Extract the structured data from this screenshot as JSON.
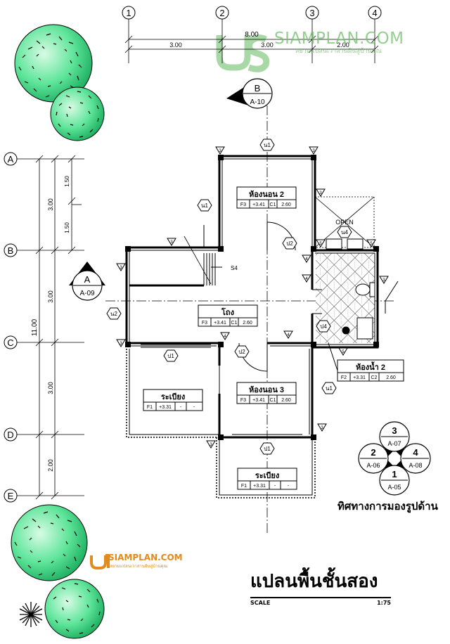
{
  "grid": {
    "columns": [
      "1",
      "2",
      "3",
      "4"
    ],
    "rows": [
      "A",
      "B",
      "C",
      "D",
      "E"
    ],
    "top_total": "8.00",
    "top_spans": [
      "3.00",
      "3.00",
      "2.00"
    ],
    "left_total": "11.00",
    "left_spans": [
      "3.00",
      "3.00",
      "3.00",
      "2.00"
    ],
    "left_sub_spans": [
      "1.50",
      "1.50"
    ]
  },
  "section_markers": [
    {
      "letter": "B",
      "sheet": "A-10"
    },
    {
      "letter": "A",
      "sheet": "A-09"
    }
  ],
  "rooms": [
    {
      "name": "ห้องนอน 2",
      "floor": "F3",
      "level": "+3.41",
      "ceiling": "C1",
      "height": "2.60"
    },
    {
      "name": "โถง",
      "floor": "F3",
      "level": "+3.41",
      "ceiling": "C1",
      "height": "2.60"
    },
    {
      "name": "ระเบียง",
      "floor": "F1",
      "level": "+3.31",
      "ceiling": "-",
      "height": "-"
    },
    {
      "name": "ห้องนอน 3",
      "floor": "F3",
      "level": "+3.41",
      "ceiling": "C1",
      "height": "2.60"
    },
    {
      "name": "ห้องน้ำ 2",
      "floor": "F2",
      "level": "+3.31",
      "ceiling": "C2",
      "height": "2.60"
    },
    {
      "name": "ระเบียง",
      "floor": "F1",
      "level": "+3.31",
      "ceiling": "-",
      "height": "-"
    }
  ],
  "door_tags": [
    "ป1",
    "ป1",
    "ป2",
    "ป2",
    "ป4"
  ],
  "window_tags": [
    "น1",
    "น1",
    "น1",
    "น2",
    "น4"
  ],
  "wall_tags": [
    "3",
    "4",
    "5"
  ],
  "open_label": "OPEN",
  "stair_label": "S4",
  "elevation_key": {
    "top": {
      "num": "3",
      "sheet": "A-07"
    },
    "left": {
      "num": "2",
      "sheet": "A-06"
    },
    "right": {
      "num": "4",
      "sheet": "A-08"
    },
    "bottom": {
      "num": "1",
      "sheet": "A-05"
    },
    "caption": "ทิศทางการมองรูปด้าน"
  },
  "title": {
    "text": "แปลนพื้นชั้นสอง",
    "scale_label": "SCALE",
    "scale_value": "1:75"
  },
  "watermark": {
    "brand": "SIAMPLAN.COM",
    "tagline": "สยามแปลนเวาสานฝันสู่บ้านคุณ",
    "brand_small": "SIAMPLAN.COM",
    "tagline_small": "สยามแปลนเวาสานฝันสู่บ้านคุณ"
  },
  "colors": {
    "line": "#000000",
    "tree_light": "#d8fbe4",
    "tree_mid": "#5ee59a",
    "tree_dark": "#15a85a",
    "tile": "#7b7b7b",
    "watermark_green": "#6fbf6a",
    "watermark_orange": "#e08a1f"
  }
}
